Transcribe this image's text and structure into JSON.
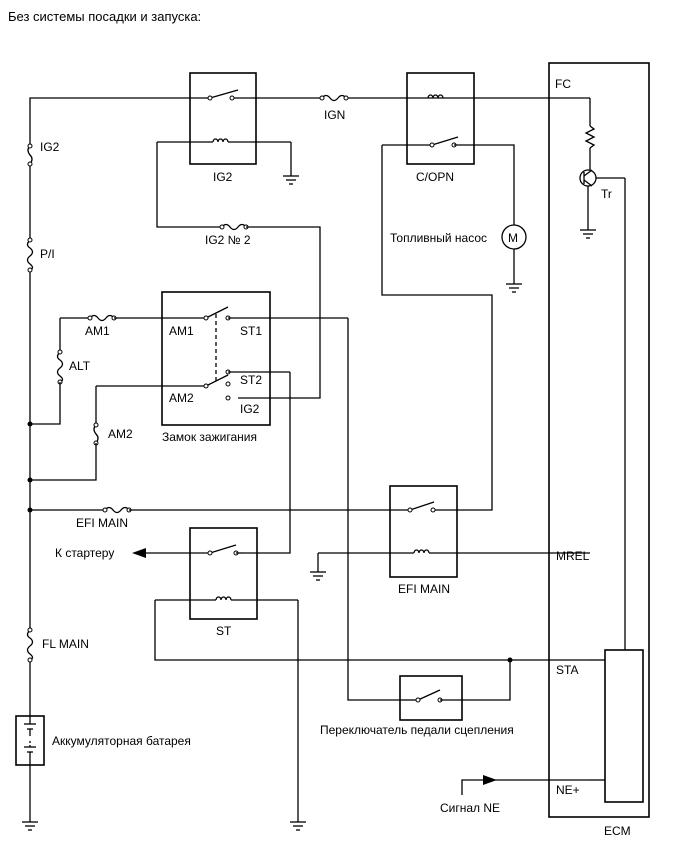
{
  "title": "Без системы посадки и запуска:",
  "labels": {
    "ig2_fuse": "IG2",
    "pi_fuse": "P/I",
    "am1_fuse": "AM1",
    "alt_fuse": "ALT",
    "am2_fuse": "AM2",
    "efi_main_fuse": "EFI MAIN",
    "fl_main_fuse": "FL MAIN",
    "ign_fuse": "IGN",
    "ig2_no2_fuse": "IG2 № 2",
    "ig2_relay": "IG2",
    "copn_relay": "C/OPN",
    "efi_main_relay": "EFI MAIN",
    "st_relay": "ST",
    "fuel_pump": "Топливный насос",
    "motor_symbol": "M",
    "ignition_switch": "Замок зажигания",
    "sw_am1": "AM1",
    "sw_am2": "AM2",
    "sw_st1": "ST1",
    "sw_st2": "ST2",
    "sw_ig2": "IG2",
    "to_starter": "К стартеру",
    "clutch_switch": "Переключатель педали сцепления",
    "battery": "Аккумуляторная батарея",
    "ne_signal": "Сигнал NE",
    "ecm": "ECM",
    "fc": "FC",
    "tr": "Tr",
    "mrel": "MREL",
    "sta": "STA",
    "ne_plus": "NE+"
  }
}
